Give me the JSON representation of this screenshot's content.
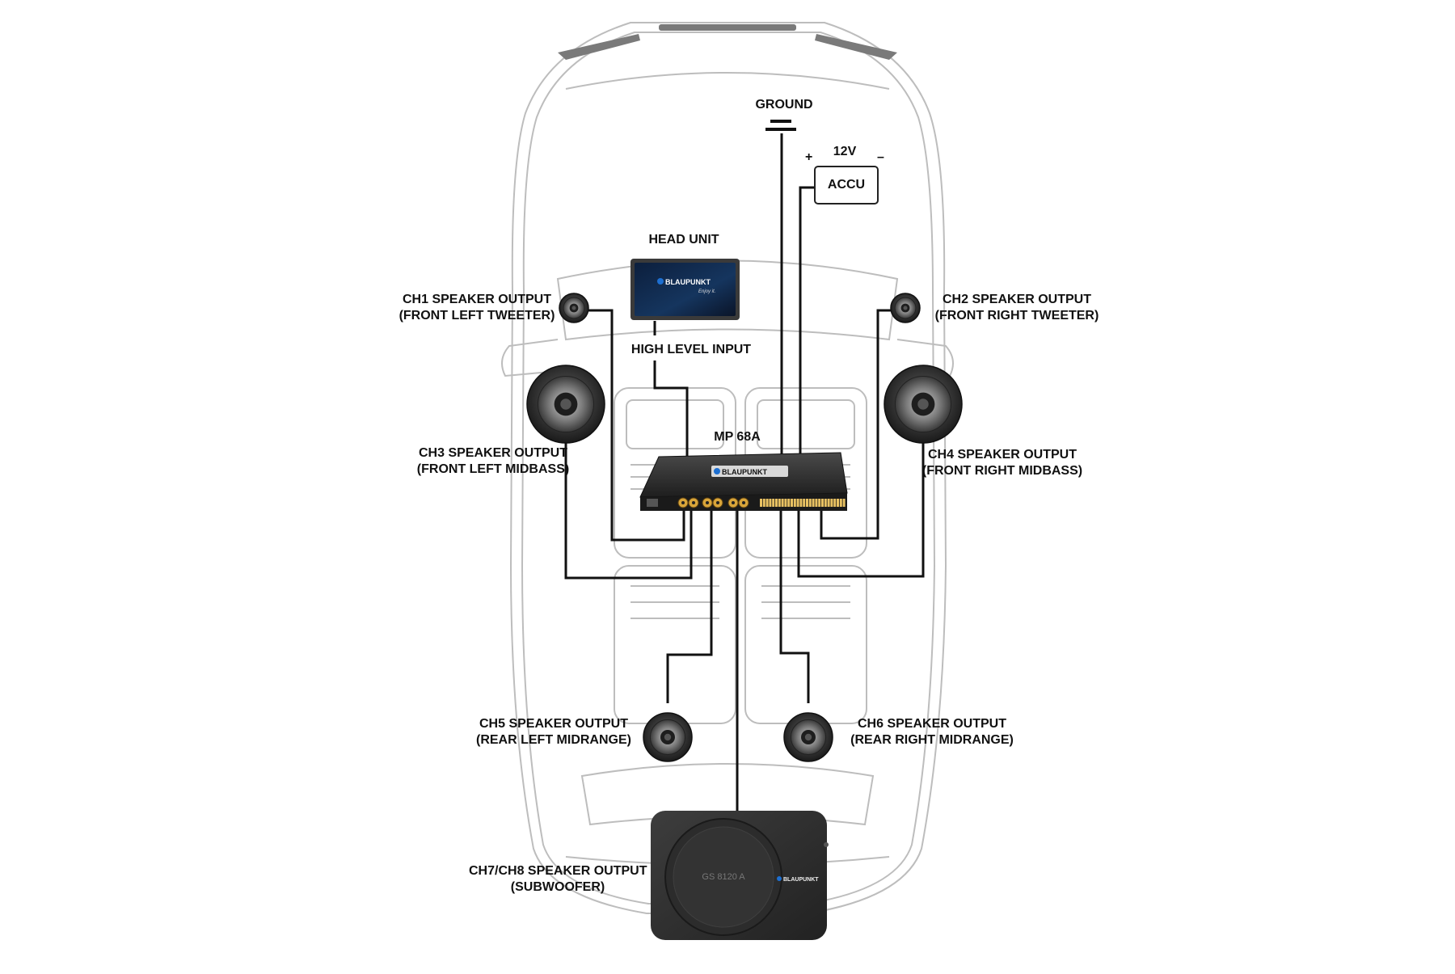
{
  "labels": {
    "ground": "GROUND",
    "voltage": "12V",
    "plus": "+",
    "minus": "–",
    "accu": "ACCU",
    "head_unit": "HEAD UNIT",
    "high_level_input": "HIGH LEVEL INPUT",
    "processor": "MP 68A",
    "ch1": [
      "CH1 SPEAKER OUTPUT",
      "(FRONT LEFT TWEETER)"
    ],
    "ch2": [
      "CH2 SPEAKER OUTPUT",
      "(FRONT RIGHT TWEETER)"
    ],
    "ch3": [
      "CH3 SPEAKER OUTPUT",
      "(FRONT LEFT MIDBASS)"
    ],
    "ch4": [
      "CH4 SPEAKER OUTPUT",
      "(FRONT RIGHT MIDBASS)"
    ],
    "ch5": [
      "CH5 SPEAKER OUTPUT",
      "(REAR LEFT MIDRANGE)"
    ],
    "ch6": [
      "CH6 SPEAKER OUTPUT",
      "(REAR RIGHT MIDRANGE)"
    ],
    "ch78": [
      "CH7/CH8 SPEAKER OUTPUT",
      "(SUBWOOFER)"
    ]
  },
  "brand": {
    "name": "BLAUPUNKT",
    "tagline": "Enjoy it.",
    "sub_model": "GS 8120 A"
  },
  "colors": {
    "wire": "#111111",
    "car_outline": "#bdbdbd",
    "brand_blue": "#1d6fd1",
    "amp_body": "#2a2a2a",
    "connector_gold": "#d9a53a"
  }
}
